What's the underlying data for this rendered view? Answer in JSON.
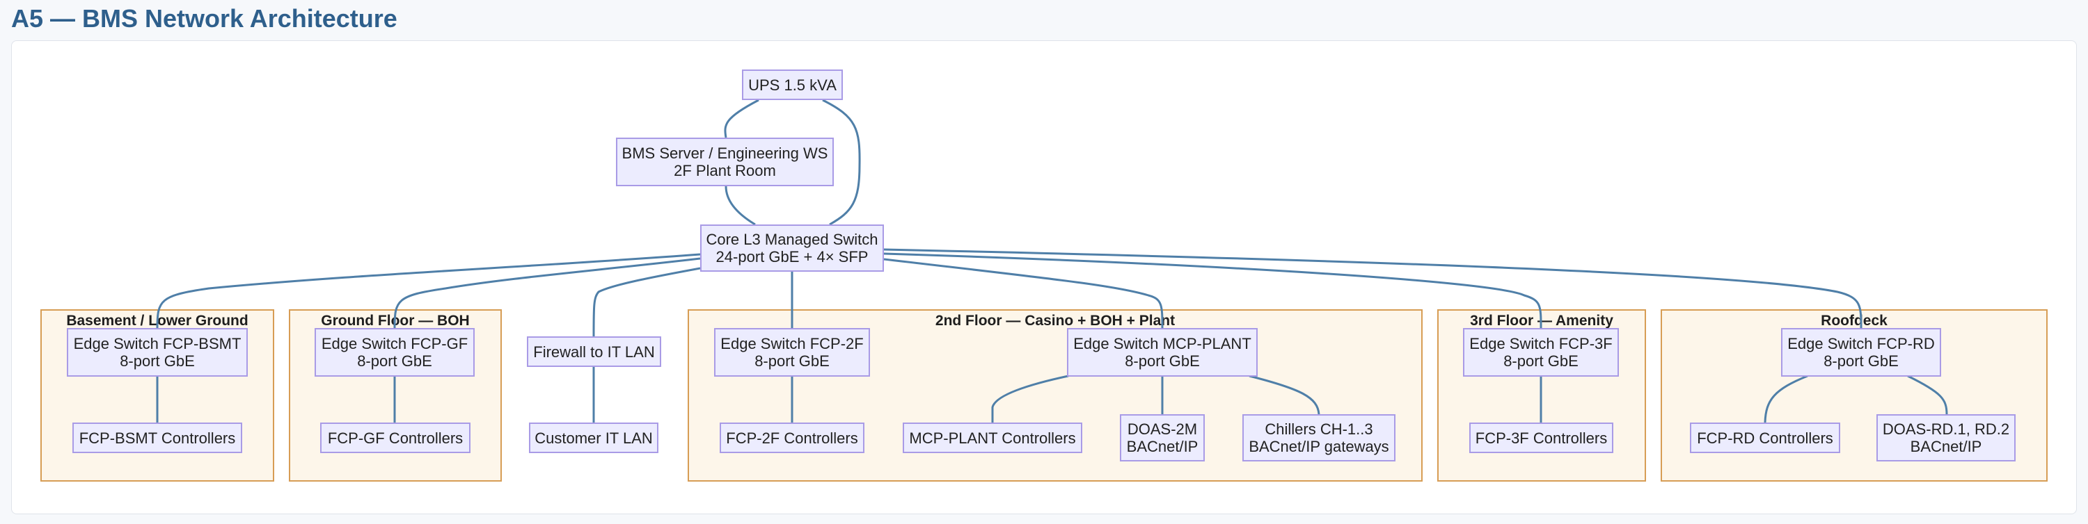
{
  "title": "A5 — BMS Network Architecture",
  "colors": {
    "edge": "#4f7fa8",
    "node_fill": "#ececfe",
    "node_border": "#a99be6",
    "group_fill": "#fdf6ea",
    "group_border": "#d79d55",
    "title": "#2e5f8c"
  },
  "groups": {
    "basement": "Basement / Lower Ground",
    "ground": "Ground Floor — BOH",
    "second": "2nd Floor — Casino + BOH + Plant",
    "third": "3rd Floor — Amenity",
    "roof": "Roofdeck"
  },
  "nodes": {
    "ups": [
      "UPS 1.5 kVA"
    ],
    "server": [
      "BMS Server / Engineering WS",
      "2F Plant Room"
    ],
    "core": [
      "Core L3 Managed Switch",
      "24-port GbE + 4× SFP"
    ],
    "firewall": [
      "Firewall to IT LAN"
    ],
    "customer_lan": [
      "Customer IT LAN"
    ],
    "sw_bsmt": [
      "Edge Switch FCP-BSMT",
      "8-port GbE"
    ],
    "ctl_bsmt": [
      "FCP-BSMT Controllers"
    ],
    "sw_gf": [
      "Edge Switch FCP-GF",
      "8-port GbE"
    ],
    "ctl_gf": [
      "FCP-GF Controllers"
    ],
    "sw_2f": [
      "Edge Switch FCP-2F",
      "8-port GbE"
    ],
    "ctl_2f": [
      "FCP-2F Controllers"
    ],
    "sw_plant": [
      "Edge Switch MCP-PLANT",
      "8-port GbE"
    ],
    "ctl_plant": [
      "MCP-PLANT Controllers"
    ],
    "doas_2m": [
      "DOAS-2M",
      "BACnet/IP"
    ],
    "chillers": [
      "Chillers CH-1..3",
      "BACnet/IP gateways"
    ],
    "sw_3f": [
      "Edge Switch FCP-3F",
      "8-port GbE"
    ],
    "ctl_3f": [
      "FCP-3F Controllers"
    ],
    "sw_rd": [
      "Edge Switch FCP-RD",
      "8-port GbE"
    ],
    "ctl_rd": [
      "FCP-RD Controllers"
    ],
    "doas_rd": [
      "DOAS-RD.1, RD.2",
      "BACnet/IP"
    ]
  }
}
